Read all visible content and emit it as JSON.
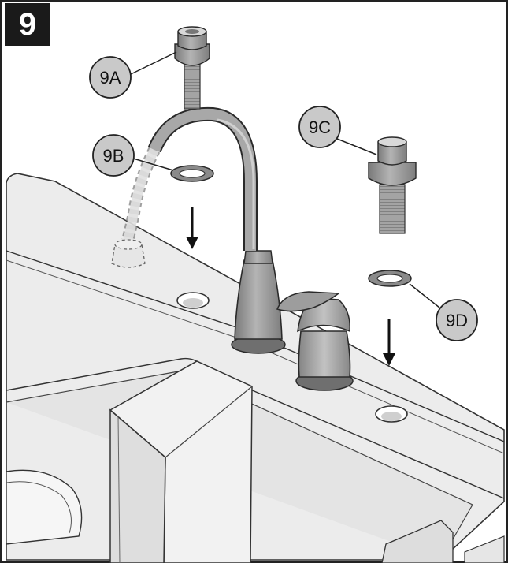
{
  "step": {
    "number": "9"
  },
  "callouts": {
    "a": "9A",
    "b": "9B",
    "c": "9C",
    "d": "9D"
  },
  "colors": {
    "sink": "#ebebeb",
    "part": "#9a9a9a",
    "part_dark": "#6e6e6e",
    "callout_fill": "#c8c8c8",
    "outline": "#2a2a2a",
    "badge": "#1a1a1a"
  }
}
